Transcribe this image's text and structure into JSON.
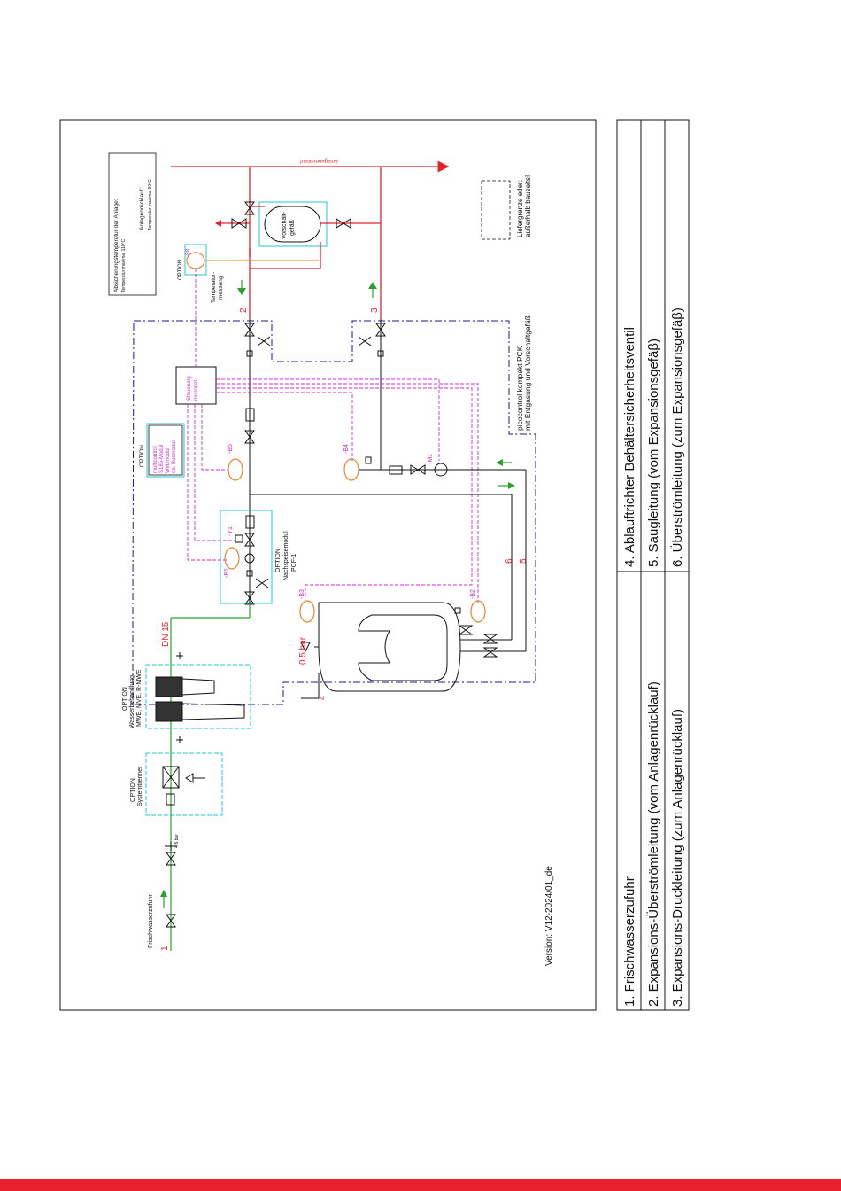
{
  "version": "Version: V12-2024/01_de",
  "legend": {
    "col1": [
      "1. Frischwasserzufuhr",
      "2. Expansions-Überströmleitung (vom Anlagenrücklauf)",
      "3. Expansions-Druckleitung (zum Anlagenrücklauf)"
    ],
    "col2": [
      "4. Ablauftrichter Behältersicherheitsventil",
      "5. Saugleitung (vom Expansionsgefäβ)",
      "6. Überströmleitung (zum Expansionsgefäβ)"
    ]
  },
  "labels": {
    "frischwasserzufuhr": "Frischwasserzufuhr",
    "pressure_reducer": "4-5 bar",
    "systemtrenner_option": "OPTION",
    "systemtrenner": "Systemtrenner",
    "wasser_option": "OPTION",
    "wasser_line1": "Wasserbehandlung",
    "wasser_line2": "MWE, MVE, R-MWE",
    "dn15": "DN 15",
    "nachspeise_option": "OPTION",
    "nachspeise_line1": "Nachspeisemodul",
    "nachspeise_line2": "PCF-1",
    "multicontrol_option": "OPTION",
    "multicontrol_lines": [
      "multicontrol",
      "S185-Modul",
      "Webmodul",
      "od. Busmodul"
    ],
    "steuerung_line1": "Steuerung",
    "steuerung_line2": "micronet",
    "picocontrol_line1": "picocontrol kompakt PCK",
    "picocontrol_line2": "mit Entgasung und Vorschaltgefäß",
    "temp_line1": "Temperatur-",
    "temp_line2": "messung",
    "b8_option": "OPTION",
    "vorschalt_line1": "Vorschalt-",
    "vorschalt_line2": "gefäß",
    "absicherung_line1": "Absicherungstemperatur der Anlage:",
    "absicherung_line2": "Temperatur maximal 110°C",
    "anlagen_line1": "Anlagenrücklauf:",
    "anlagen_line2": "Temperatur maximal 90°C",
    "anlagenruecklauf": "Anlagenrücklauf",
    "liefergrenze_line1": "Liefergrenze eder:",
    "liefergrenze_line2": "außerhalb bauseits!",
    "bar05": "0,5 bar",
    "num1": "1",
    "num2": "2",
    "num3": "3",
    "num4": "4",
    "num5": "5",
    "num6": "6",
    "tag_b1": "-B1",
    "tag_b2": "-B2",
    "tag_b3": "-B3",
    "tag_b4": "-B4",
    "tag_b5": "-B5",
    "tag_b8": "-B8",
    "tag_y1": "-Y1",
    "tag_m1": "-M1"
  },
  "colors": {
    "red": "#e8202a",
    "green": "#2ca02c",
    "magenta": "#d02bd0",
    "navy": "#1a1a8c",
    "cyan": "#22c7d6",
    "orange": "#e8862a",
    "black": "#111111"
  }
}
